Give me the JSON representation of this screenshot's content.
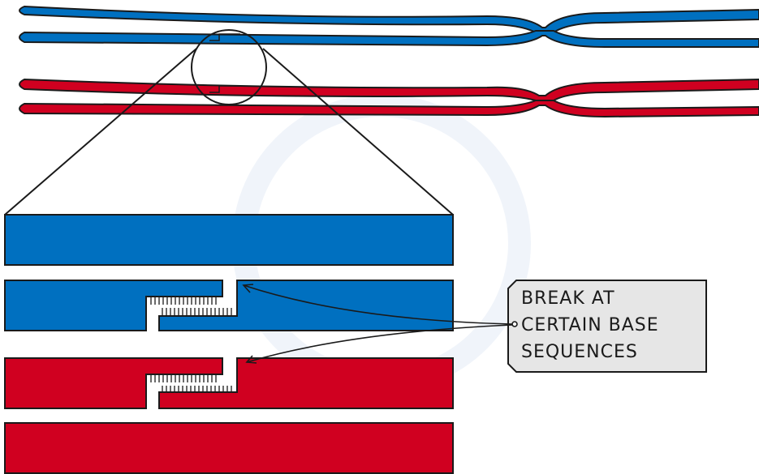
{
  "colors": {
    "blue": "#0070C0",
    "red": "#D00020",
    "outline": "#1a1a1a",
    "label_bg": "#e6e6e6",
    "watermark": "#eef3f9"
  },
  "label": {
    "lines": [
      "BREAK AT",
      "CERTAIN BASE",
      "SEQUENCES"
    ]
  }
}
